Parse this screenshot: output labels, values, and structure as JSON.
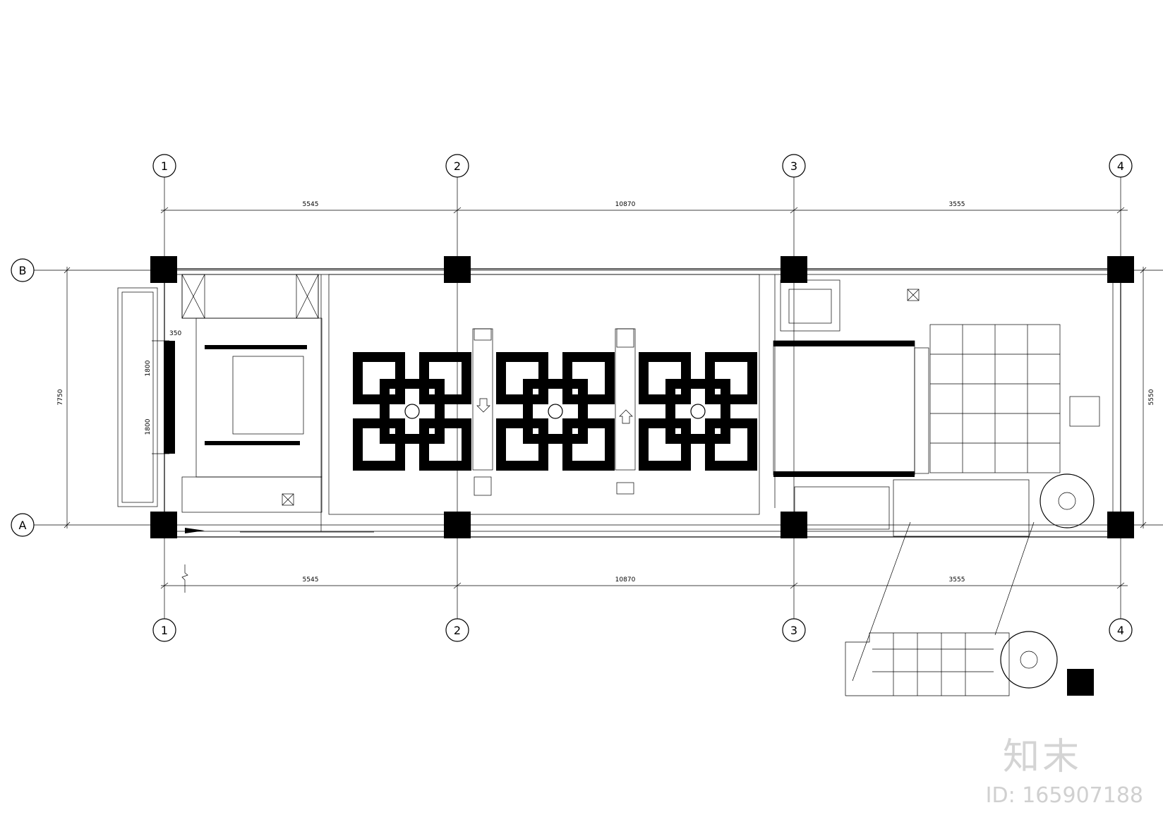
{
  "drawing": {
    "grid_columns": [
      "1",
      "2",
      "3",
      "4"
    ],
    "grid_rows": [
      "B",
      "A"
    ],
    "dimensions_top": [
      "5545",
      "10870",
      "3555"
    ],
    "dimensions_bottom": [
      "5545",
      "10870",
      "3555"
    ],
    "dimension_left": "7750",
    "dimension_right": "5550",
    "detail_dims": [
      "1800",
      "1800",
      "350"
    ]
  },
  "watermark": {
    "brand": "知末",
    "id": "ID: 165907188"
  }
}
